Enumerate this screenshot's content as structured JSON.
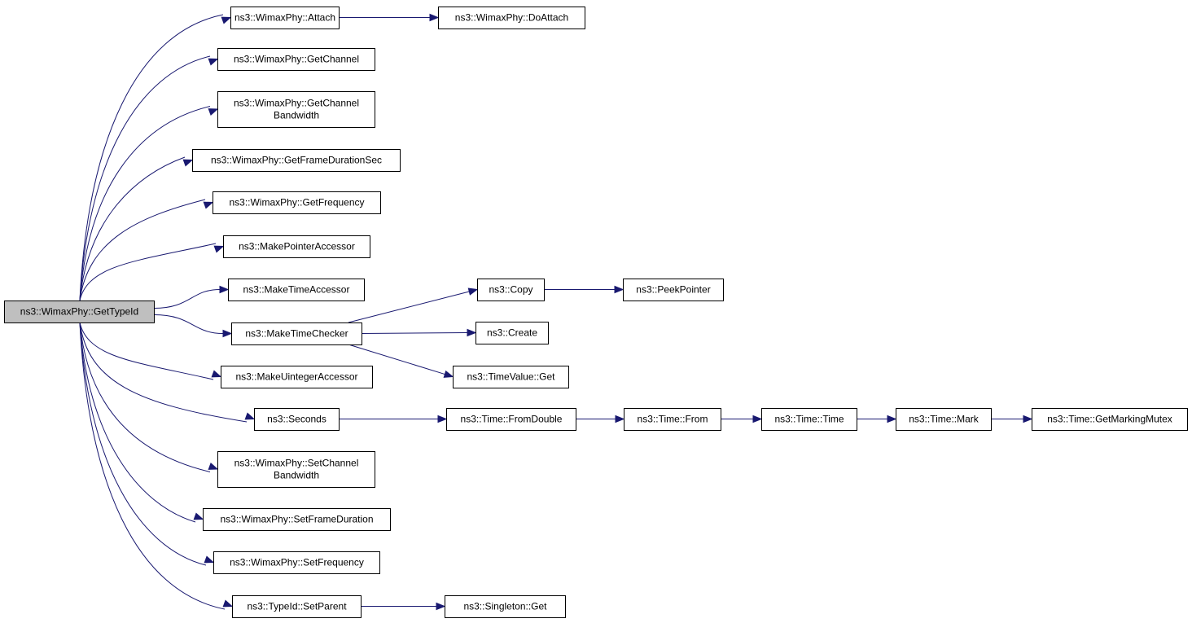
{
  "nodes": {
    "root": [
      "ns3::WimaxPhy::GetTypeId"
    ],
    "attach": [
      "ns3::WimaxPhy::Attach"
    ],
    "doattach": [
      "ns3::WimaxPhy::DoAttach"
    ],
    "getchannel": [
      "ns3::WimaxPhy::GetChannel"
    ],
    "getchannelbw": [
      "ns3::WimaxPhy::GetChannel",
      "Bandwidth"
    ],
    "getframedur": [
      "ns3::WimaxPhy::GetFrameDurationSec"
    ],
    "getfreq": [
      "ns3::WimaxPhy::GetFrequency"
    ],
    "mkptracc": [
      "ns3::MakePointerAccessor"
    ],
    "mktimeacc": [
      "ns3::MakeTimeAccessor"
    ],
    "mktimechk": [
      "ns3::MakeTimeChecker"
    ],
    "mkuintacc": [
      "ns3::MakeUintegerAccessor"
    ],
    "seconds": [
      "ns3::Seconds"
    ],
    "setchannelbw": [
      "ns3::WimaxPhy::SetChannel",
      "Bandwidth"
    ],
    "setframedur": [
      "ns3::WimaxPhy::SetFrameDuration"
    ],
    "setfreq": [
      "ns3::WimaxPhy::SetFrequency"
    ],
    "setparent": [
      "ns3::TypeId::SetParent"
    ],
    "copy": [
      "ns3::Copy"
    ],
    "peekptr": [
      "ns3::PeekPointer"
    ],
    "create": [
      "ns3::Create"
    ],
    "timevalget": [
      "ns3::TimeValue::Get"
    ],
    "fromdouble": [
      "ns3::Time::FromDouble"
    ],
    "from": [
      "ns3::Time::From"
    ],
    "timetime": [
      "ns3::Time::Time"
    ],
    "mark": [
      "ns3::Time::Mark"
    ],
    "getmarkingmutex": [
      "ns3::Time::GetMarkingMutex"
    ],
    "singletonget": [
      "ns3::Singleton::Get"
    ]
  },
  "edges": [
    [
      "root",
      "attach"
    ],
    [
      "root",
      "getchannel"
    ],
    [
      "root",
      "getchannelbw"
    ],
    [
      "root",
      "getframedur"
    ],
    [
      "root",
      "getfreq"
    ],
    [
      "root",
      "mkptracc"
    ],
    [
      "root",
      "mktimeacc"
    ],
    [
      "root",
      "mktimechk"
    ],
    [
      "root",
      "mkuintacc"
    ],
    [
      "root",
      "seconds"
    ],
    [
      "root",
      "setchannelbw"
    ],
    [
      "root",
      "setframedur"
    ],
    [
      "root",
      "setfreq"
    ],
    [
      "root",
      "setparent"
    ],
    [
      "attach",
      "doattach"
    ],
    [
      "mktimechk",
      "copy"
    ],
    [
      "mktimechk",
      "create"
    ],
    [
      "mktimechk",
      "timevalget"
    ],
    [
      "copy",
      "peekptr"
    ],
    [
      "seconds",
      "fromdouble"
    ],
    [
      "fromdouble",
      "from"
    ],
    [
      "from",
      "timetime"
    ],
    [
      "timetime",
      "mark"
    ],
    [
      "mark",
      "getmarkingmutex"
    ],
    [
      "setparent",
      "singletonget"
    ]
  ],
  "colors": {
    "edge": "#191970",
    "root_fill": "#bfbfbf",
    "node_fill": "#ffffff",
    "node_stroke": "#000000"
  }
}
